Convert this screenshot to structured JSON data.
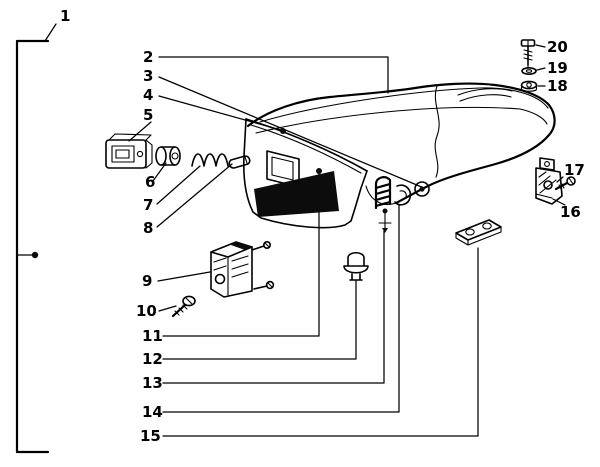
{
  "figure": {
    "kind": "exploded-parts-diagram",
    "description": "Exploded parts diagram of a scooter seat / saddle assembly with numbered callouts",
    "background": "#ffffff",
    "ink": "#000000"
  },
  "callouts": [
    {
      "number": "1"
    },
    {
      "number": "2"
    },
    {
      "number": "3"
    },
    {
      "number": "4"
    },
    {
      "number": "5"
    },
    {
      "number": "6"
    },
    {
      "number": "7"
    },
    {
      "number": "8"
    },
    {
      "number": "9"
    },
    {
      "number": "10"
    },
    {
      "number": "11"
    },
    {
      "number": "12"
    },
    {
      "number": "13"
    },
    {
      "number": "14"
    },
    {
      "number": "15"
    },
    {
      "number": "16"
    },
    {
      "number": "17"
    },
    {
      "number": "18"
    },
    {
      "number": "19"
    },
    {
      "number": "20"
    }
  ]
}
